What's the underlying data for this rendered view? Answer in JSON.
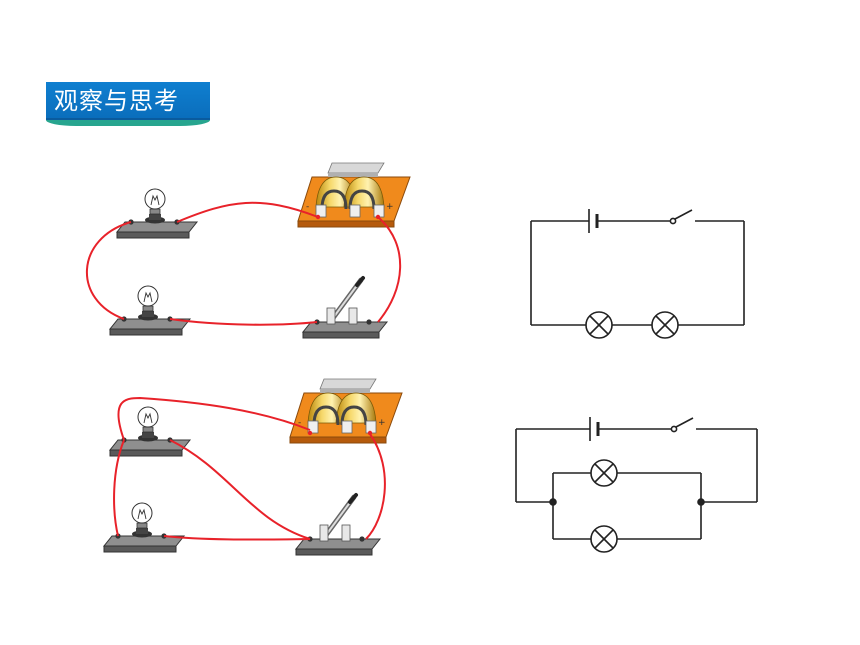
{
  "title": "观察与思考",
  "colors": {
    "title_bg": "#0d78c7",
    "title_stripe": "#27a58f",
    "wire_real": "#e8222a",
    "board": "#f08a1c",
    "schematic": "#222222"
  },
  "scenes": [
    {
      "id": "series",
      "physical": [
        "bulb",
        "bulb",
        "battery-holder",
        "knife-switch"
      ],
      "schematic": [
        "battery",
        "switch",
        "lamp",
        "lamp"
      ]
    },
    {
      "id": "parallel",
      "physical": [
        "bulb",
        "bulb",
        "battery-holder",
        "knife-switch"
      ],
      "schematic": [
        "battery",
        "switch",
        "lamp",
        "lamp"
      ]
    }
  ]
}
